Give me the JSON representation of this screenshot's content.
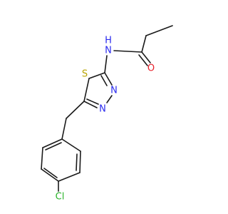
{
  "molecule": {
    "atoms": {
      "n_amide": {
        "label": "N",
        "color": "#2a2aee"
      },
      "h_amide": {
        "label": "H",
        "color": "#2a2aee"
      },
      "o_carbonyl": {
        "label": "O",
        "color": "#e8202a"
      },
      "s_ring": {
        "label": "S",
        "color": "#b8a400"
      },
      "n3": {
        "label": "N",
        "color": "#2a2aee"
      },
      "n4": {
        "label": "N",
        "color": "#2a2aee"
      },
      "cl": {
        "label": "Cl",
        "color": "#2ab32a"
      }
    }
  }
}
